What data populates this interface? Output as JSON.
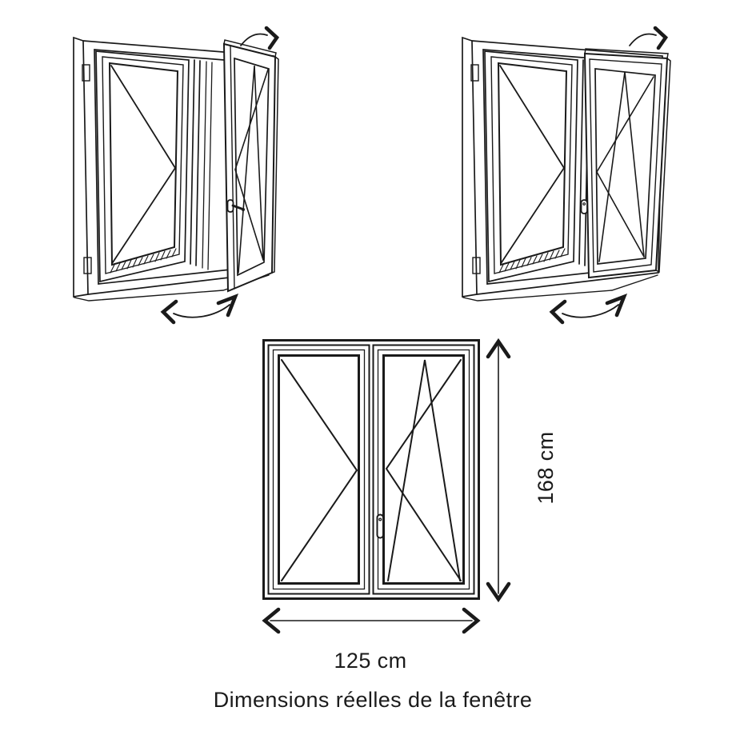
{
  "diagram": {
    "caption": "Dimensions réelles de la fenêtre",
    "height_label": "168 cm",
    "width_label": "125 cm",
    "figures": {
      "top_left": "double-casement-window-right-sash-swung-open",
      "top_right": "double-casement-window-right-sash-tilted",
      "bottom": "window-front-view-with-dimensions"
    },
    "colors": {
      "line": "#1a1a1a",
      "background": "#ffffff",
      "text": "#1b1b1b"
    }
  }
}
